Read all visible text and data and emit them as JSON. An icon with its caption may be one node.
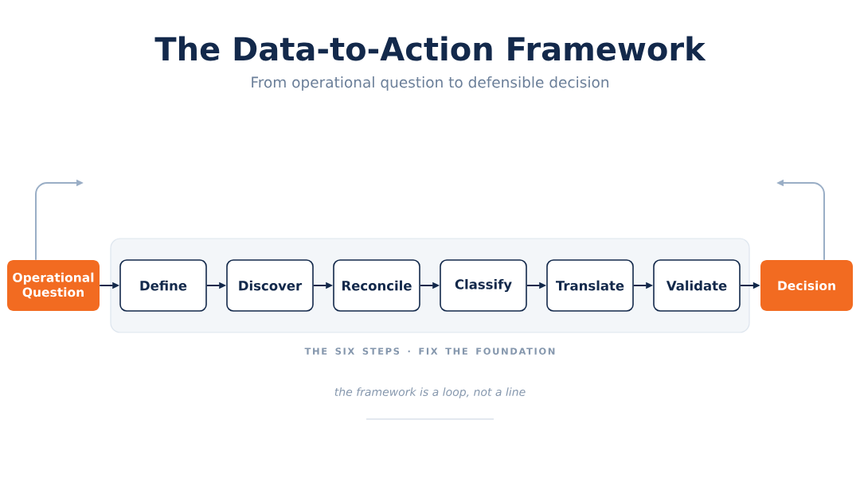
{
  "diagram": {
    "title": "The Data-to-Action Framework",
    "nodes": [
      {
        "text": [
          "Operational Question"
        ]
      },
      {
        "text": [
          "THE SIX STEPS · FIX THE FOUNDATION"
        ]
      },
      {
        "text": [
          "Define"
        ],
        "in": 1
      },
      {
        "text": [
          "Discover"
        ],
        "in": 1
      },
      {
        "text": [
          "Reconcile"
        ],
        "in": 1
      },
      {
        "text": [
          "Classify"
        ],
        "in": 1
      },
      {
        "text": [
          "Translate"
        ],
        "in": 1
      },
      {
        "text": [
          "Validate"
        ],
        "in": 1
      },
      {
        "text": [
          "Decision"
        ]
      }
    ],
    "edges": [
      {
        "from": 0,
        "to": null,
        "arrow": "to",
        "color": "#9aaec6"
      },
      {
        "from": 0,
        "to": 2,
        "arrow": "to"
      },
      {
        "from": 2,
        "to": 3,
        "arrow": "to"
      },
      {
        "from": 3,
        "to": 4,
        "arrow": "to"
      },
      {
        "from": 4,
        "to": 5,
        "arrow": "to"
      },
      {
        "from": 5,
        "to": 6,
        "arrow": "to"
      },
      {
        "from": 6,
        "to": 7,
        "arrow": "to"
      },
      {
        "from": 7,
        "to": 8,
        "arrow": "to"
      },
      {
        "from": 8,
        "to": null,
        "arrow": "to",
        "color": "#9aaec6"
      }
    ],
    "labels": [
      "From operational question to defensible decision",
      "the framework is a loop, not a line"
    ]
  }
}
